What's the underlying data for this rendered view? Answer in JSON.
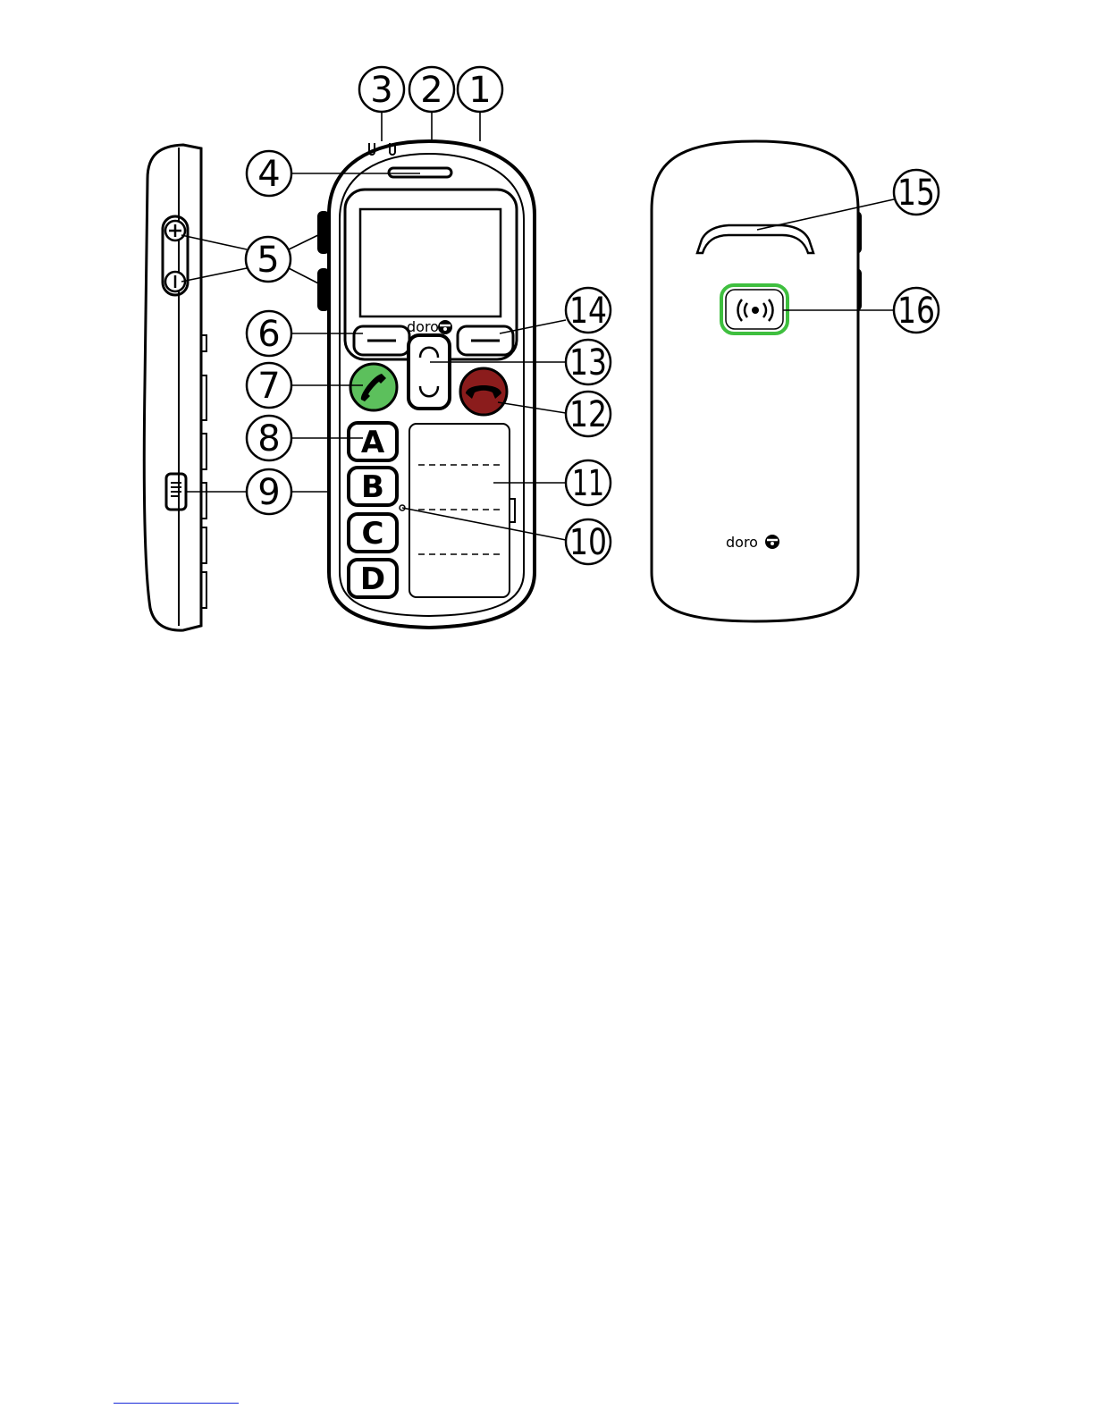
{
  "brand": {
    "front_logo": "doro",
    "back_logo": "doro"
  },
  "keys": [
    "A",
    "B",
    "C",
    "D"
  ],
  "callouts": [
    "1",
    "2",
    "3",
    "4",
    "5",
    "6",
    "7",
    "8",
    "9",
    "10",
    "11",
    "12",
    "13",
    "14",
    "15",
    "16"
  ],
  "colors": {
    "call_green": "#5cc05c",
    "end_red": "#8b1c1c",
    "sos_green": "#3fbf3f",
    "footnote_blue": "#1a2bd8"
  },
  "icons": [
    "phone-handset-icon",
    "hang-up-icon",
    "sos-signal-icon",
    "doro-logo-icon",
    "volume-plus-icon",
    "volume-minus-icon",
    "side-menu-key-icon"
  ]
}
